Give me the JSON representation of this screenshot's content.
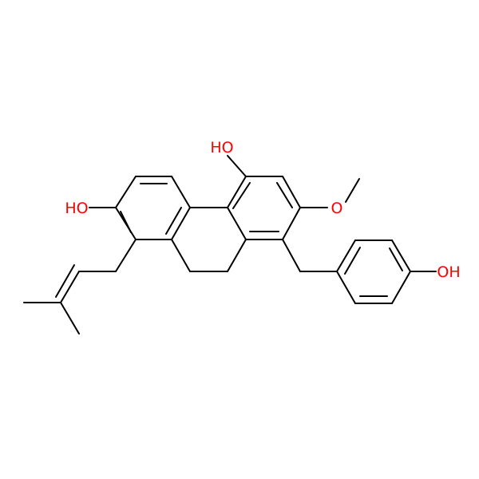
{
  "molecule": {
    "atom_labels": {
      "hydroxyl_left": "HO",
      "hydroxyl_top": "HO",
      "methoxy_oxygen": "O",
      "hydroxyl_right": "OH"
    }
  },
  "colors": {
    "bond": "#000000",
    "heteroatom": "#ff0000",
    "background": "#ffffff"
  }
}
